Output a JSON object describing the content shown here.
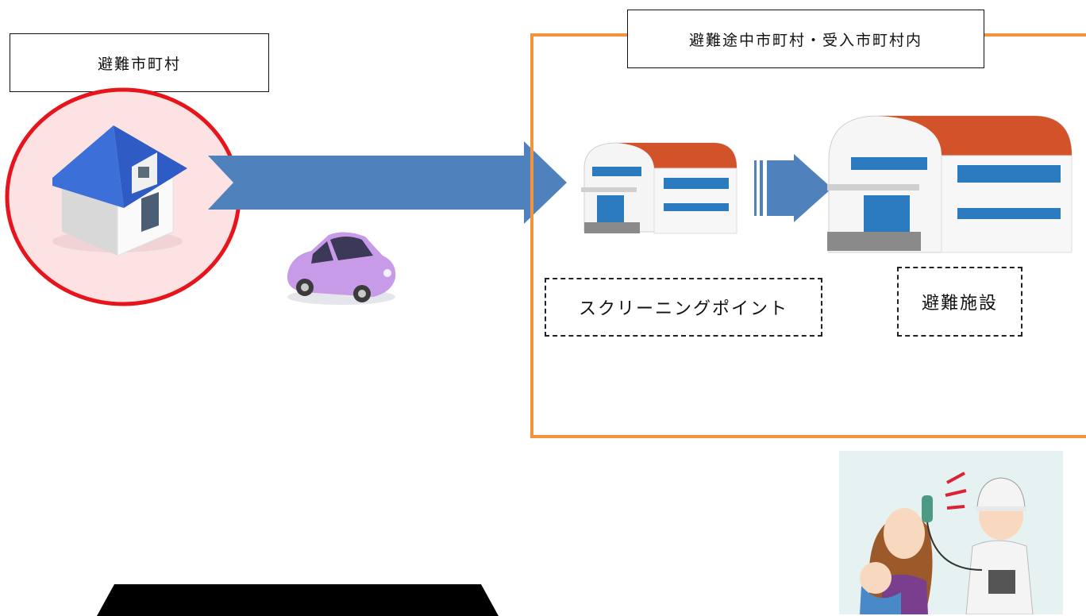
{
  "labels": {
    "origin": "避難市町村",
    "region": "避難途中市町村・受入市町村内",
    "screening": "スクリーニングポイント",
    "facility": "避難施設"
  },
  "colors": {
    "arrow": "#4f81bd",
    "region_border": "#f3943c",
    "origin_circle": "#e8141c",
    "origin_fill": "#fde2e4",
    "house_roof": "#3d6fd8",
    "building_roof": "#d2522a",
    "car": "#c89be8"
  },
  "icons": [
    "house-icon",
    "car-icon",
    "school-building-icon",
    "large-building-icon",
    "screening-illustration"
  ]
}
